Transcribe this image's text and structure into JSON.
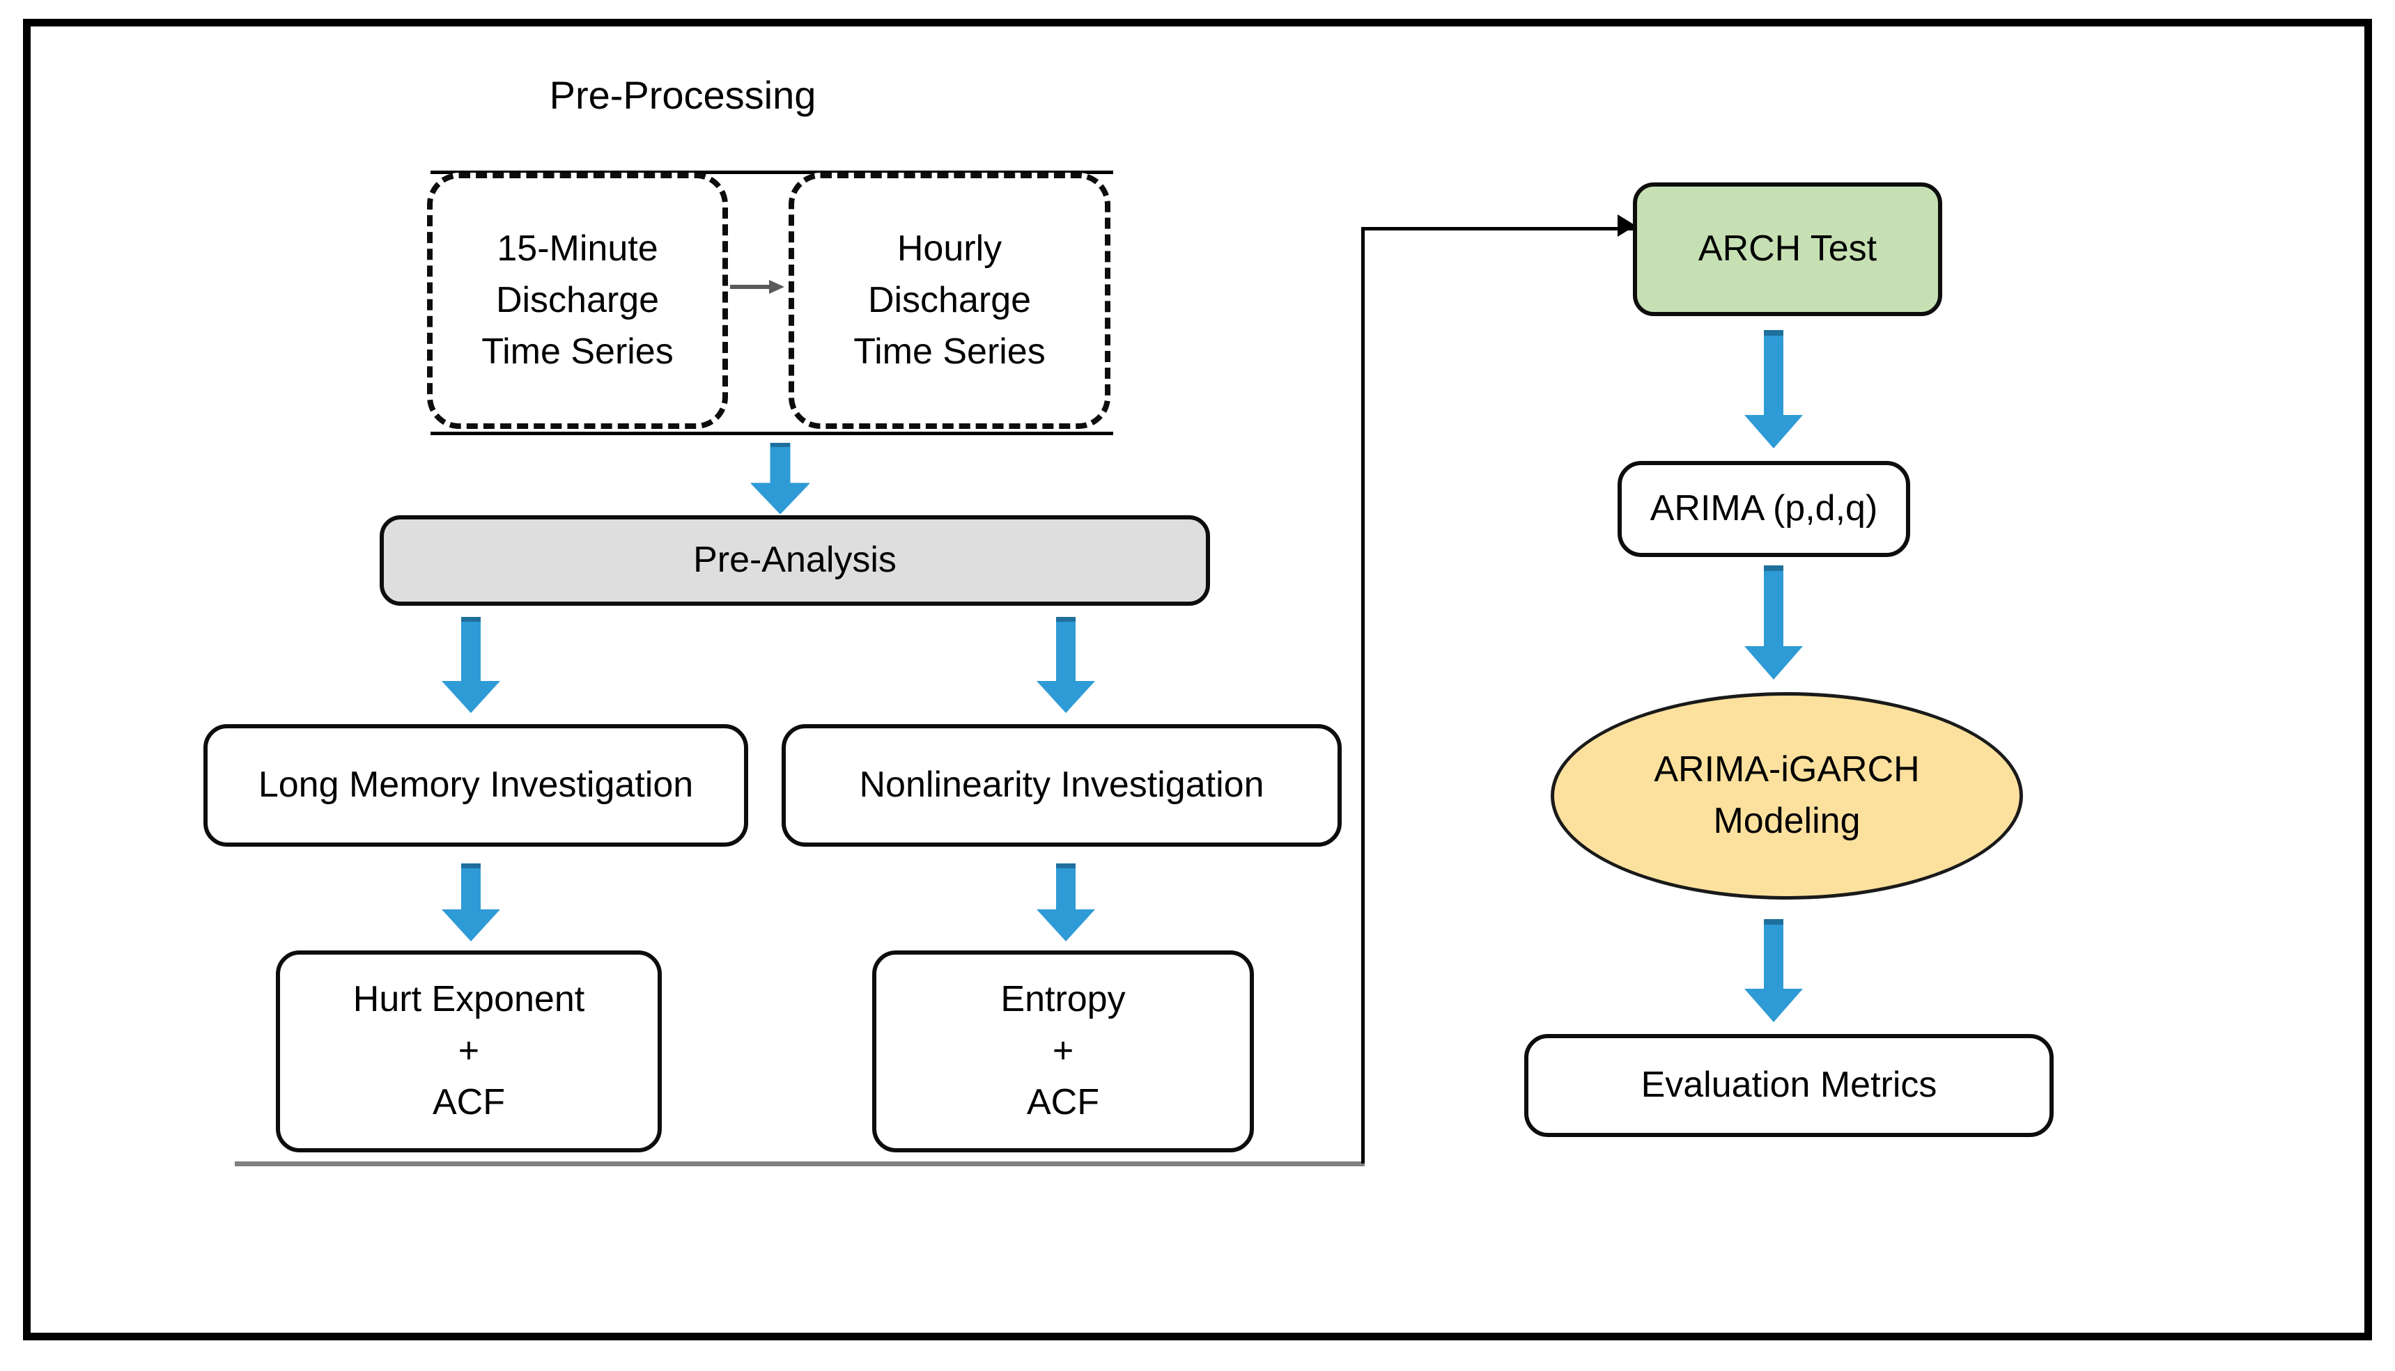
{
  "diagram": {
    "title_section": "Pre-Processing",
    "nodes": {
      "fifteen_minute": "15-Minute\nDischarge\nTime Series",
      "fifteen_minute_lines": [
        "15-Minute",
        "Discharge",
        "Time Series"
      ],
      "hourly_lines": [
        "Hourly",
        "Discharge",
        "Time Series"
      ],
      "pre_analysis": "Pre-Analysis",
      "long_memory": "Long Memory Investigation",
      "nonlinearity": "Nonlinearity Investigation",
      "hurst_lines": [
        "Hurt Exponent",
        "+",
        "ACF"
      ],
      "entropy_lines": [
        "Entropy",
        "+",
        "ACF"
      ],
      "arch_test": "ARCH Test",
      "arima": "ARIMA (p,d,q)",
      "igarch_lines": [
        "ARIMA-iGARCH",
        "Modeling"
      ],
      "evaluation_metrics": "Evaluation Metrics"
    },
    "colors": {
      "arrow_blue": "#2E9BD6",
      "arch_test_green": "#C6E0B4",
      "igarch_yellow": "#FCE19E",
      "pre_analysis_gray": "#DEDEDE",
      "connector_gray": "#808080",
      "outline_black": "#0D0D0D"
    },
    "icons": {
      "down_arrow": "down-block-arrow-icon",
      "right_arrow": "right-arrow-icon"
    }
  }
}
